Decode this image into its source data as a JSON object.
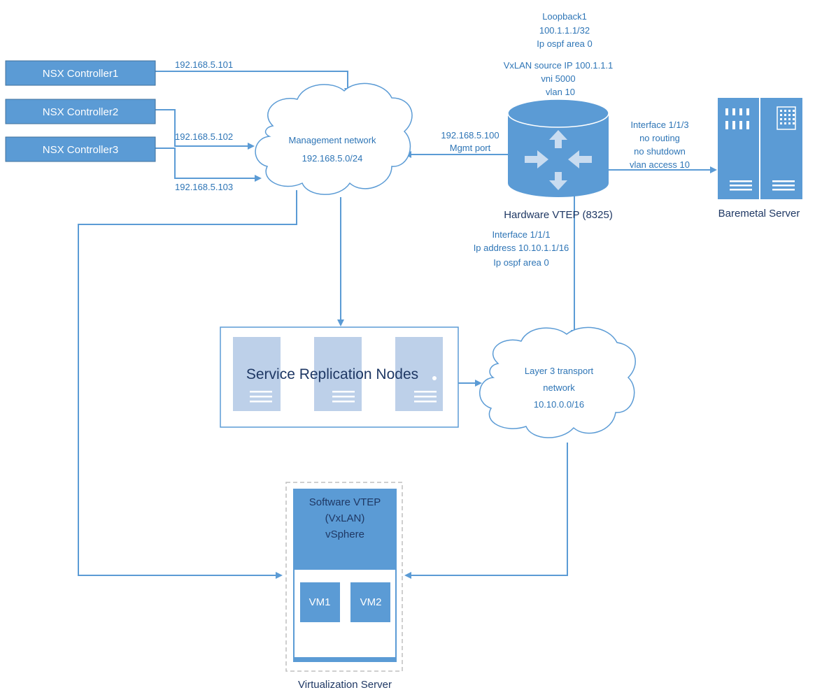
{
  "controllers": [
    {
      "label": "NSX Controller1",
      "ip": "192.168.5.101"
    },
    {
      "label": "NSX Controller2",
      "ip": "192.168.5.102"
    },
    {
      "label": "NSX Controller3",
      "ip": "192.168.5.103"
    }
  ],
  "management_network": {
    "line1": "Management network",
    "line2": "192.168.5.0/24"
  },
  "vtep_top_labels": {
    "loopback": [
      "Loopback1",
      "100.1.1.1/32",
      "Ip ospf area 0"
    ],
    "vxlan": [
      "VxLAN source IP 100.1.1.1",
      "vni 5000",
      "vlan 10"
    ]
  },
  "mgmt_port": [
    "192.168.5.100",
    "Mgmt port"
  ],
  "hardware_vtep": {
    "label": "Hardware VTEP (8325)"
  },
  "interface_113": [
    "Interface 1/1/3",
    "no routing",
    "no shutdown",
    "vlan access 10"
  ],
  "baremetal": {
    "label": "Baremetal Server"
  },
  "interface_111": [
    "Interface 1/1/1",
    "Ip address 10.10.1.1/16",
    "Ip ospf area 0"
  ],
  "service_nodes": {
    "label": "Service Replication Nodes"
  },
  "l3_network": {
    "line1": "Layer 3 transport",
    "line2": "network",
    "line3": "10.10.0.0/16"
  },
  "software_vtep": {
    "lines": [
      "Software VTEP",
      "(VxLAN)",
      "vSphere"
    ],
    "vms": [
      "VM1",
      "VM2"
    ]
  },
  "virtualization_server": {
    "label": "Virtualization Server"
  },
  "colors": {
    "accent": "#5b9bd5",
    "text": "#2e75b6",
    "node_fill": "#bdd0e9"
  }
}
